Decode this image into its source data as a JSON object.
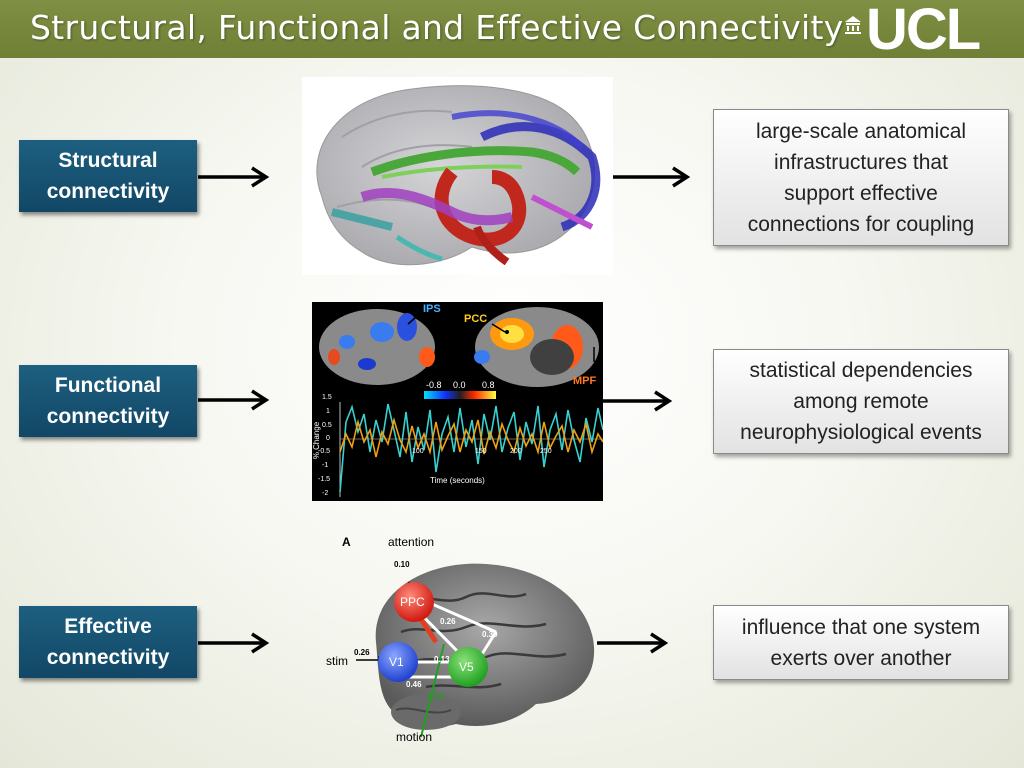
{
  "header": {
    "title": "Structural, Functional and Effective Connectivity",
    "logo_text": "UCL"
  },
  "colors": {
    "header_green": "#778a3c",
    "label_blue": "#1a5677"
  },
  "rows": [
    {
      "label": "Structural\nconnectivity",
      "description": "large-scale anatomical\ninfrastructures that\nsupport effective\nconnections for coupling"
    },
    {
      "label": "Functional\nconnectivity",
      "description": "statistical dependencies\namong remote\nneurophysiological events"
    },
    {
      "label": "Effective\nconnectivity",
      "description": "influence that one system\nexerts over another"
    }
  ],
  "functional_figure": {
    "region_labels": [
      "IPS",
      "PCC",
      "MPF"
    ],
    "scale_ticks": [
      "-0.8",
      "0.0",
      "0.8"
    ],
    "y_label": "% Change",
    "y_ticks": [
      "1.5",
      "1",
      "0.5",
      "0",
      "-0.5",
      "-1",
      "-1.5",
      "-2"
    ],
    "x_label": "Time (seconds)",
    "x_ticks": [
      "100",
      "150",
      "200",
      "250"
    ]
  },
  "effective_figure": {
    "panel_letter": "A",
    "nodes": [
      "PPC",
      "V1",
      "V5"
    ],
    "inputs": [
      "attention",
      "stim",
      "motion"
    ],
    "values": [
      "0.10",
      "0.26",
      "0.26",
      "0.39",
      "0.13",
      "0.46",
      "0.50"
    ]
  }
}
